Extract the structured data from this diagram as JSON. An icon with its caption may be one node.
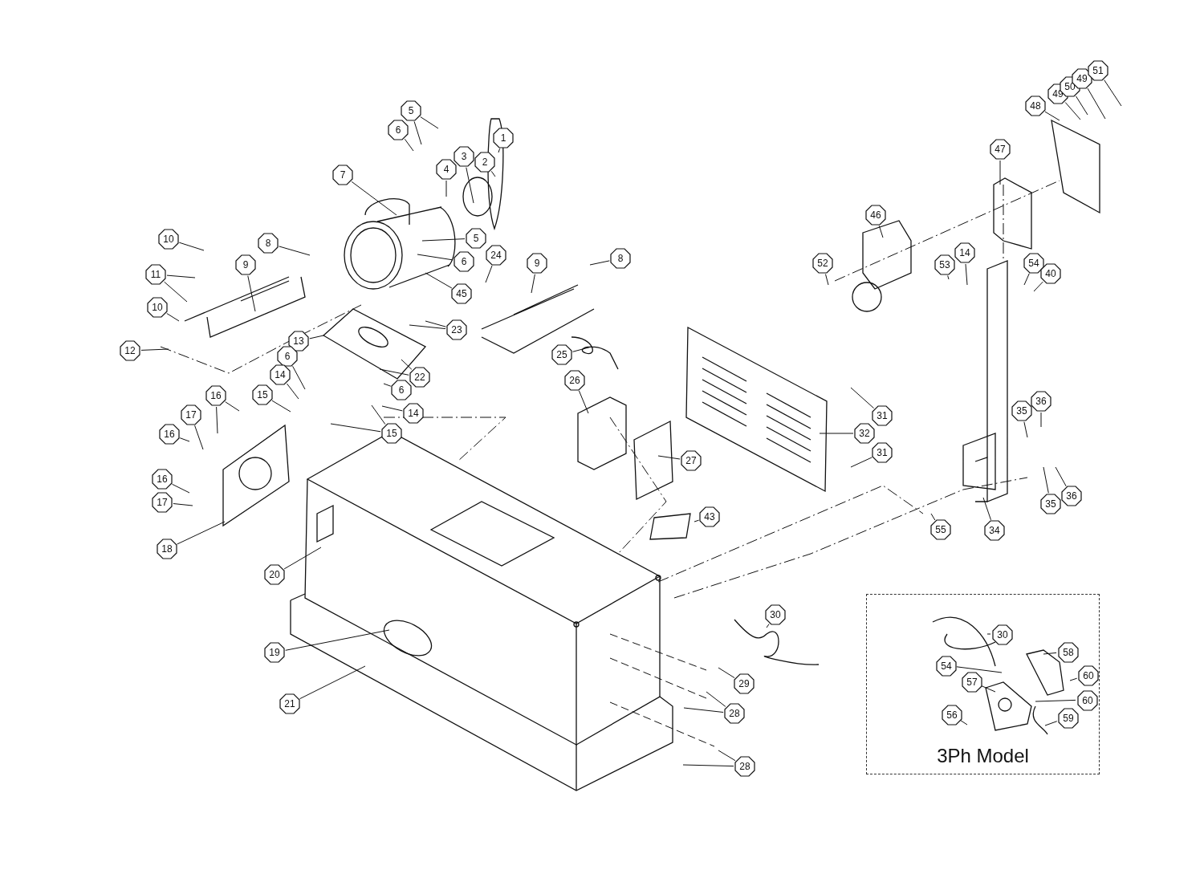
{
  "diagram": {
    "nodes": [
      {
        "text": [
          "1"
        ]
      },
      {
        "text": [
          "5"
        ]
      },
      {
        "text": [
          "6"
        ]
      },
      {
        "text": [
          "3"
        ]
      },
      {
        "text": [
          "2"
        ]
      },
      {
        "text": [
          "4"
        ]
      },
      {
        "text": [
          "7"
        ]
      },
      {
        "text": [
          "10"
        ]
      },
      {
        "text": [
          "5"
        ]
      },
      {
        "text": [
          "8"
        ]
      },
      {
        "text": [
          "6"
        ]
      },
      {
        "text": [
          "24"
        ]
      },
      {
        "text": [
          "9"
        ]
      },
      {
        "text": [
          "9"
        ]
      },
      {
        "text": [
          "8"
        ]
      },
      {
        "text": [
          "11"
        ]
      },
      {
        "text": [
          "45"
        ]
      },
      {
        "text": [
          "10"
        ]
      },
      {
        "text": [
          "13"
        ]
      },
      {
        "text": [
          "12"
        ]
      },
      {
        "text": [
          "23"
        ]
      },
      {
        "text": [
          "22"
        ]
      },
      {
        "text": [
          "6"
        ]
      },
      {
        "text": [
          "14"
        ]
      },
      {
        "text": [
          "15"
        ]
      },
      {
        "text": [
          "6"
        ]
      },
      {
        "text": [
          "14"
        ]
      },
      {
        "text": [
          "15"
        ]
      },
      {
        "text": [
          "16"
        ]
      },
      {
        "text": [
          "17"
        ]
      },
      {
        "text": [
          "16"
        ]
      },
      {
        "text": [
          "16"
        ]
      },
      {
        "text": [
          "17"
        ]
      },
      {
        "text": [
          "18"
        ]
      },
      {
        "text": [
          "20"
        ]
      },
      {
        "text": [
          "19"
        ]
      },
      {
        "text": [
          "21"
        ]
      },
      {
        "text": [
          "25"
        ]
      },
      {
        "text": [
          "26"
        ]
      },
      {
        "text": [
          "27"
        ]
      },
      {
        "text": [
          "31"
        ]
      },
      {
        "text": [
          "32"
        ]
      },
      {
        "text": [
          "31"
        ]
      },
      {
        "text": [
          "43"
        ]
      },
      {
        "text": [
          "30"
        ]
      },
      {
        "text": [
          "29"
        ]
      },
      {
        "text": [
          "28"
        ]
      },
      {
        "text": [
          "28"
        ]
      },
      {
        "text": [
          "46"
        ]
      },
      {
        "text": [
          "52"
        ]
      },
      {
        "text": [
          "53"
        ]
      },
      {
        "text": [
          "14"
        ]
      },
      {
        "text": [
          "54"
        ]
      },
      {
        "text": [
          "40"
        ]
      },
      {
        "text": [
          "47"
        ]
      },
      {
        "text": [
          "48"
        ]
      },
      {
        "text": [
          "49"
        ]
      },
      {
        "text": [
          "50"
        ]
      },
      {
        "text": [
          "49"
        ]
      },
      {
        "text": [
          "51"
        ]
      },
      {
        "text": [
          "35"
        ]
      },
      {
        "text": [
          "36"
        ]
      },
      {
        "text": [
          "35"
        ]
      },
      {
        "text": [
          "36"
        ]
      },
      {
        "text": [
          "34"
        ]
      },
      {
        "text": [
          "55"
        ]
      },
      {
        "text": [
          "3Ph Model"
        ]
      },
      {
        "text": [
          "30"
        ],
        "in": 66
      },
      {
        "text": [
          "58"
        ],
        "in": 66
      },
      {
        "text": [
          "54"
        ],
        "in": 66
      },
      {
        "text": [
          "60"
        ],
        "in": 66
      },
      {
        "text": [
          "57"
        ],
        "in": 66
      },
      {
        "text": [
          "60"
        ],
        "in": 66
      },
      {
        "text": [
          "59"
        ],
        "in": 66
      },
      {
        "text": [
          "56"
        ],
        "in": 66
      }
    ],
    "edges": [
      {
        "from": 0,
        "to": null,
        "arrow": "none"
      },
      {
        "from": 1,
        "to": null,
        "arrow": "none"
      },
      {
        "from": 1,
        "to": null,
        "arrow": "none"
      },
      {
        "from": 2,
        "to": null,
        "arrow": "none"
      },
      {
        "from": 3,
        "to": null,
        "arrow": "none"
      },
      {
        "from": 4,
        "to": null,
        "arrow": "none"
      },
      {
        "from": 5,
        "to": null,
        "arrow": "none"
      },
      {
        "from": 6,
        "to": null,
        "arrow": "none"
      },
      {
        "from": 7,
        "to": null,
        "arrow": "none"
      },
      {
        "from": 8,
        "to": null,
        "arrow": "none"
      },
      {
        "from": 9,
        "to": null,
        "arrow": "none"
      },
      {
        "from": 10,
        "to": null,
        "arrow": "none"
      },
      {
        "from": 11,
        "to": null,
        "arrow": "none"
      },
      {
        "from": 12,
        "to": null,
        "arrow": "none"
      },
      {
        "from": 13,
        "to": null,
        "arrow": "none"
      },
      {
        "from": 14,
        "to": null,
        "arrow": "none"
      },
      {
        "from": 15,
        "to": null,
        "arrow": "none"
      },
      {
        "from": 15,
        "to": null,
        "arrow": "none"
      },
      {
        "from": 16,
        "to": null,
        "arrow": "none"
      },
      {
        "from": 17,
        "to": null,
        "arrow": "none"
      },
      {
        "from": 18,
        "to": null,
        "arrow": "none"
      },
      {
        "from": 19,
        "to": null,
        "arrow": "none"
      },
      {
        "from": 20,
        "to": null,
        "arrow": "none"
      },
      {
        "from": 20,
        "to": null,
        "arrow": "none"
      },
      {
        "from": 21,
        "to": null,
        "arrow": "none"
      },
      {
        "from": 21,
        "to": null,
        "arrow": "none"
      },
      {
        "from": 22,
        "to": null,
        "arrow": "none"
      },
      {
        "from": 23,
        "to": null,
        "arrow": "none"
      },
      {
        "from": 24,
        "to": null,
        "arrow": "none"
      },
      {
        "from": 25,
        "to": null,
        "arrow": "none"
      },
      {
        "from": 26,
        "to": null,
        "arrow": "none"
      },
      {
        "from": 27,
        "to": null,
        "arrow": "none"
      },
      {
        "from": 27,
        "to": null,
        "arrow": "none"
      },
      {
        "from": 28,
        "to": null,
        "arrow": "none"
      },
      {
        "from": 28,
        "to": null,
        "arrow": "none"
      },
      {
        "from": 29,
        "to": null,
        "arrow": "none"
      },
      {
        "from": 30,
        "to": null,
        "arrow": "none"
      },
      {
        "from": 31,
        "to": null,
        "arrow": "none"
      },
      {
        "from": 32,
        "to": null,
        "arrow": "none"
      },
      {
        "from": 33,
        "to": null,
        "arrow": "none"
      },
      {
        "from": 34,
        "to": null,
        "arrow": "none"
      },
      {
        "from": 35,
        "to": null,
        "arrow": "none"
      },
      {
        "from": 36,
        "to": null,
        "arrow": "none"
      },
      {
        "from": 37,
        "to": null,
        "arrow": "none"
      },
      {
        "from": 38,
        "to": null,
        "arrow": "none"
      },
      {
        "from": 39,
        "to": null,
        "arrow": "none"
      },
      {
        "from": 40,
        "to": null,
        "arrow": "none"
      },
      {
        "from": 41,
        "to": null,
        "arrow": "none"
      },
      {
        "from": 42,
        "to": null,
        "arrow": "none"
      },
      {
        "from": 43,
        "to": null,
        "arrow": "none"
      },
      {
        "from": 44,
        "to": null,
        "arrow": "none"
      },
      {
        "from": 45,
        "to": null,
        "arrow": "none"
      },
      {
        "from": 46,
        "to": null,
        "arrow": "none"
      },
      {
        "from": 46,
        "to": null,
        "arrow": "none"
      },
      {
        "from": 47,
        "to": null,
        "arrow": "none"
      },
      {
        "from": 47,
        "to": null,
        "arrow": "none"
      },
      {
        "from": 48,
        "to": null,
        "arrow": "none"
      },
      {
        "from": 49,
        "to": null,
        "arrow": "none"
      },
      {
        "from": 50,
        "to": null,
        "arrow": "none"
      },
      {
        "from": 51,
        "to": null,
        "arrow": "none"
      },
      {
        "from": 52,
        "to": null,
        "arrow": "none"
      },
      {
        "from": 53,
        "to": null,
        "arrow": "none"
      },
      {
        "from": 54,
        "to": null,
        "arrow": "none"
      },
      {
        "from": 55,
        "to": null,
        "arrow": "none"
      },
      {
        "from": 56,
        "to": null,
        "arrow": "none"
      },
      {
        "from": 57,
        "to": null,
        "arrow": "none"
      },
      {
        "from": 58,
        "to": null,
        "arrow": "none"
      },
      {
        "from": 59,
        "to": null,
        "arrow": "none"
      },
      {
        "from": 60,
        "to": null,
        "arrow": "none"
      },
      {
        "from": 61,
        "to": null,
        "arrow": "none"
      },
      {
        "from": 62,
        "to": null,
        "arrow": "none"
      },
      {
        "from": 63,
        "to": null,
        "arrow": "none"
      },
      {
        "from": 64,
        "to": null,
        "arrow": "none"
      },
      {
        "from": 65,
        "to": null,
        "arrow": "none"
      },
      {
        "from": 67,
        "to": null,
        "arrow": "none"
      },
      {
        "from": 68,
        "to": null,
        "arrow": "none"
      },
      {
        "from": 69,
        "to": null,
        "arrow": "none"
      },
      {
        "from": 70,
        "to": null,
        "arrow": "none"
      },
      {
        "from": 71,
        "to": null,
        "arrow": "none"
      },
      {
        "from": 72,
        "to": null,
        "arrow": "none"
      },
      {
        "from": 73,
        "to": null,
        "arrow": "none"
      },
      {
        "from": 74,
        "to": null,
        "arrow": "none"
      }
    ]
  }
}
